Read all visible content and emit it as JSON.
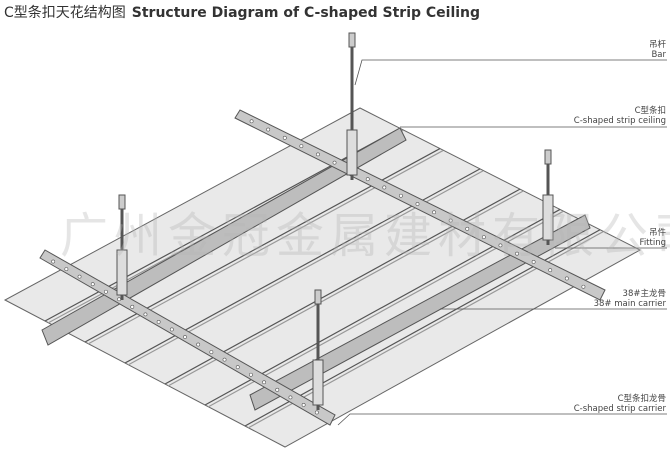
{
  "title": {
    "chinese": "C型条扣天花结构图",
    "english": "Structure Diagram of C-shaped Strip Ceiling"
  },
  "labels": [
    {
      "cn": "吊杆",
      "en": "Bar"
    },
    {
      "cn": "C型条扣",
      "en": "C-shaped strip ceiling"
    },
    {
      "cn": "吊件",
      "en": "Fitting"
    },
    {
      "cn": "38#主龙骨",
      "en": "38# main carrier"
    },
    {
      "cn": "C型条扣龙骨",
      "en": "C-shaped strip carrier"
    }
  ],
  "watermark": "广州金冠金属建材有限公司"
}
